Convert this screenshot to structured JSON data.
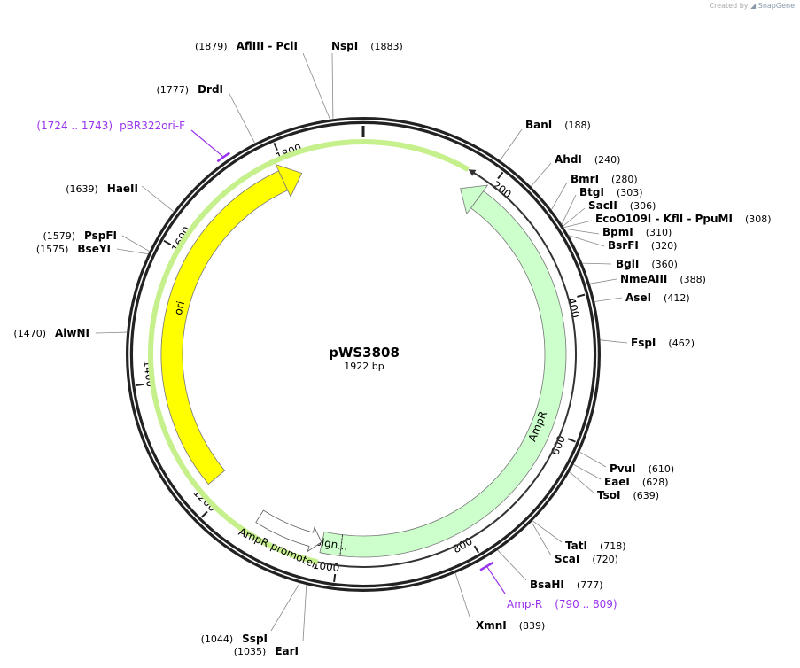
{
  "watermark": {
    "prefix": "Created by",
    "brand": "SnapGene"
  },
  "map": {
    "name": "pWS3808",
    "length": 1922,
    "length_label": "1922 bp"
  },
  "ticks": [
    200,
    400,
    600,
    800,
    1000,
    1200,
    1400,
    1600,
    1800
  ],
  "features": [
    {
      "name": "ori",
      "start": 1228,
      "end": 1822,
      "strand": "+",
      "color": "#ffff00"
    },
    {
      "name": "AmpR",
      "start": 162,
      "end": 996,
      "strand": "-",
      "color": "#ccffcc"
    },
    {
      "name": "sign...",
      "start": 996,
      "end": 1027,
      "strand": "-",
      "color": "#ccffcc"
    },
    {
      "name": "AmpR promoter",
      "start": 1028,
      "end": 1135,
      "strand": "-",
      "color": "#ffffff"
    }
  ],
  "orf": {
    "start": 158,
    "end": 1027,
    "color": "#c6f08c"
  },
  "enzymes": [
    {
      "name": "BanI",
      "pos": "188"
    },
    {
      "name": "AhdI",
      "pos": "240"
    },
    {
      "name": "BmrI",
      "pos": "280"
    },
    {
      "name": "BtgI",
      "pos": "303"
    },
    {
      "name": "SacII",
      "pos": "306"
    },
    {
      "name": "EcoO109I  - KflI  - PpuMI",
      "pos": "308"
    },
    {
      "name": "BpmI",
      "pos": "310"
    },
    {
      "name": "BsrFI",
      "pos": "320"
    },
    {
      "name": "BglI",
      "pos": "360"
    },
    {
      "name": "NmeAIII",
      "pos": "388"
    },
    {
      "name": "AseI",
      "pos": "412"
    },
    {
      "name": "FspI",
      "pos": "462"
    },
    {
      "name": "PvuI",
      "pos": "610"
    },
    {
      "name": "EaeI",
      "pos": "628"
    },
    {
      "name": "TsoI",
      "pos": "639"
    },
    {
      "name": "TatI",
      "pos": "718"
    },
    {
      "name": "ScaI",
      "pos": "720"
    },
    {
      "name": "BsaHI",
      "pos": "777"
    },
    {
      "name": "XmnI",
      "pos": "839"
    },
    {
      "name": "SspI",
      "pos": "1044"
    },
    {
      "name": "EarI",
      "pos": "1035"
    },
    {
      "name": "AlwNI",
      "pos": "1470"
    },
    {
      "name": "BseYI",
      "pos": "1575"
    },
    {
      "name": "PspFI",
      "pos": "1579"
    },
    {
      "name": "HaeII",
      "pos": "1639"
    },
    {
      "name": "DrdI",
      "pos": "1777"
    },
    {
      "name": "AflIII  - PciI",
      "pos": "1879"
    },
    {
      "name": "NspI",
      "pos": "1883"
    }
  ],
  "primers": [
    {
      "name": "Amp-R",
      "range": "(790 .. 809)",
      "start": 790,
      "end": 809,
      "color": "#9933ee"
    },
    {
      "name": "pBR322ori-F",
      "range": "(1724 .. 1743)",
      "start": 1724,
      "end": 1743,
      "color": "#9933ee"
    }
  ]
}
